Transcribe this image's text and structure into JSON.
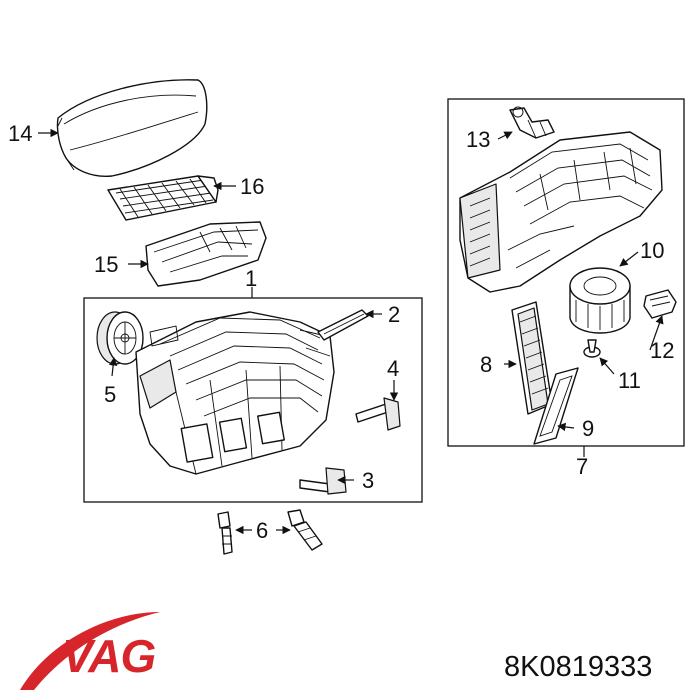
{
  "brand": {
    "logo_text": "VAG",
    "logo_color": "#d7262b"
  },
  "part_number": "8K0819333",
  "callouts": [
    {
      "id": "14",
      "label": "14"
    },
    {
      "id": "16",
      "label": "16"
    },
    {
      "id": "15",
      "label": "15"
    },
    {
      "id": "1",
      "label": "1"
    },
    {
      "id": "2",
      "label": "2"
    },
    {
      "id": "5",
      "label": "5"
    },
    {
      "id": "4",
      "label": "4"
    },
    {
      "id": "3",
      "label": "3"
    },
    {
      "id": "6",
      "label": "6"
    },
    {
      "id": "13",
      "label": "13"
    },
    {
      "id": "10",
      "label": "10"
    },
    {
      "id": "8",
      "label": "8"
    },
    {
      "id": "12",
      "label": "12"
    },
    {
      "id": "11",
      "label": "11"
    },
    {
      "id": "9",
      "label": "9"
    },
    {
      "id": "7",
      "label": "7"
    }
  ]
}
